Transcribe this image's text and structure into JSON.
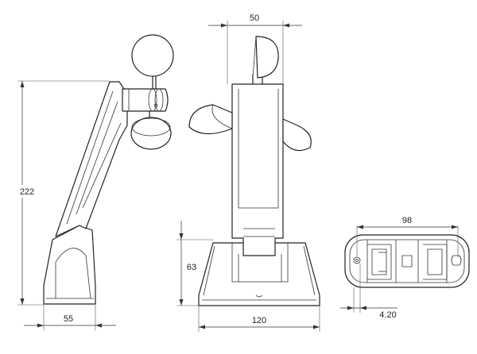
{
  "dimensions": {
    "height_side": "222",
    "depth_base": "55",
    "width_top": "50",
    "base_height": "63",
    "base_width": "120",
    "bottom_length": "98",
    "hole_offset": "4.20"
  }
}
